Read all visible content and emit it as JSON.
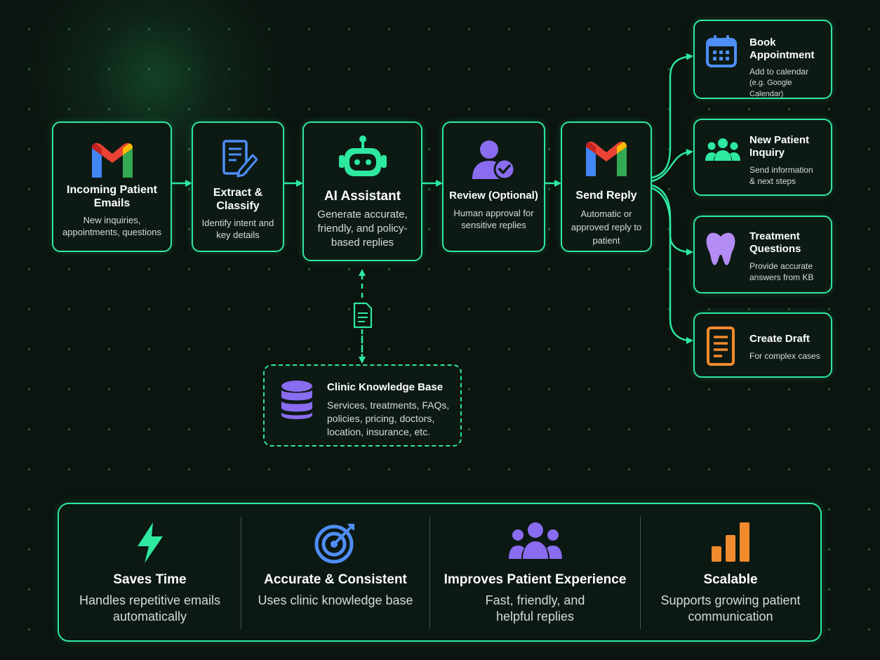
{
  "colors": {
    "accent": "#2ee8a0",
    "background": "#0b140f",
    "purple": "#8a6cf0",
    "blue": "#4f8ef7",
    "orange": "#f28a2e"
  },
  "flow": [
    {
      "title": "Incoming Patient Emails",
      "desc": "New inquiries, appointments, questions",
      "icon": "gmail-icon"
    },
    {
      "title": "Extract & Classify",
      "desc": "Identify intent and key details",
      "icon": "document-edit-icon"
    },
    {
      "title": "AI Assistant",
      "desc": "Generate accurate, friendly, and policy-based replies",
      "icon": "robot-icon"
    },
    {
      "title": "Review (Optional)",
      "desc": "Human approval for sensitive replies",
      "icon": "user-check-icon"
    },
    {
      "title": "Send Reply",
      "desc": "Automatic or approved reply to patient",
      "icon": "gmail-icon"
    }
  ],
  "outcomes": [
    {
      "title": "Book Appointment",
      "desc": "Add to calendar",
      "note": "(e.g. Google Calendar)",
      "icon": "calendar-icon"
    },
    {
      "title": "New Patient Inquiry",
      "desc": "Send information & next steps",
      "icon": "users-icon"
    },
    {
      "title": "Treatment Questions",
      "desc": "Provide accurate answers from KB",
      "icon": "tooth-icon"
    },
    {
      "title": "Create Draft",
      "desc": "For complex cases",
      "icon": "draft-icon"
    }
  ],
  "knowledge_base": {
    "title": "Clinic Knowledge Base",
    "desc": "Services, treatments, FAQs, policies, pricing, doctors, location, insurance, etc.",
    "icon": "database-icon"
  },
  "benefits": [
    {
      "title": "Saves Time",
      "desc": "Handles repetitive emails automatically",
      "icon": "lightning-icon"
    },
    {
      "title": "Accurate & Consistent",
      "desc": "Uses clinic knowledge base",
      "icon": "target-icon"
    },
    {
      "title": "Improves Patient Experience",
      "desc": "Fast, friendly, and helpful replies",
      "icon": "group-icon"
    },
    {
      "title": "Scalable",
      "desc": "Supports growing patient communication",
      "icon": "bar-chart-icon"
    }
  ]
}
